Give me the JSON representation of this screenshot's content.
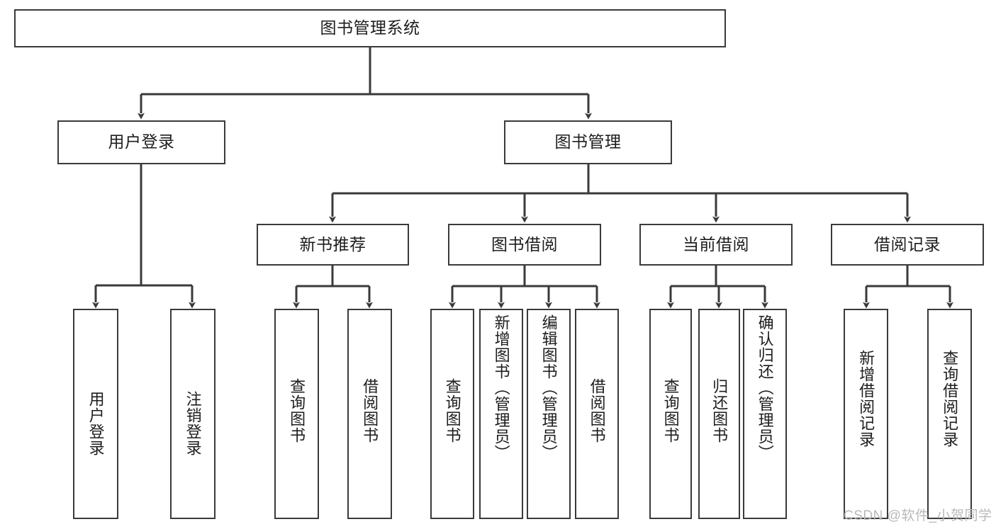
{
  "diagram": {
    "title": "图书管理系统",
    "type": "hierarchy-tree",
    "root": {
      "label": "图书管理系统"
    },
    "level2": [
      {
        "label": "用户登录"
      },
      {
        "label": "图书管理"
      }
    ],
    "level3": [
      {
        "label": "新书推荐"
      },
      {
        "label": "图书借阅"
      },
      {
        "label": "当前借阅"
      },
      {
        "label": "借阅记录"
      }
    ],
    "leaves": {
      "user_login": [
        {
          "label": "用户登录"
        },
        {
          "label": "注销登录"
        }
      ],
      "new_book_recommend": [
        {
          "label": "查询图书"
        },
        {
          "label": "借阅图书"
        }
      ],
      "book_borrow": [
        {
          "label": "查询图书"
        },
        {
          "label": "新增图书（管理员）"
        },
        {
          "label": "编辑图书（管理员）"
        },
        {
          "label": "借阅图书"
        }
      ],
      "current_borrow": [
        {
          "label": "查询图书"
        },
        {
          "label": "归还图书"
        },
        {
          "label": "确认归还（管理员）"
        }
      ],
      "borrow_record": [
        {
          "label": "新增借阅记录"
        },
        {
          "label": "查询借阅记录"
        }
      ]
    }
  },
  "watermark": {
    "text": "CSDN @软件_小贺同学"
  },
  "colors": {
    "stroke": "#3a3a3a",
    "text": "#1d1d1d",
    "background": "#ffffff",
    "watermark": "#b9b9b9"
  }
}
